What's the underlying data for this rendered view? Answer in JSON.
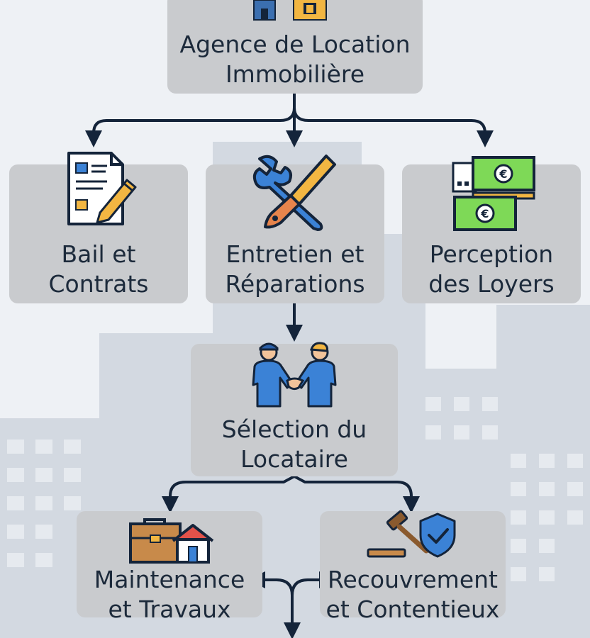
{
  "colors": {
    "background": "#eef1f5",
    "box": "#c9cbce",
    "text": "#1c2a3b",
    "arrow": "#14243a",
    "icon_blue": "#3b82d6",
    "money_green": "#7ed957"
  },
  "nodes": {
    "agency": {
      "line1": "Agence de Location",
      "line2": "Immobilière"
    },
    "lease": {
      "line1": "Bail et",
      "line2": "Contrats",
      "icon": "document-pen-icon"
    },
    "repairs": {
      "line1": "Entretien et",
      "line2": "Réparations",
      "icon": "wrench-brush-icon"
    },
    "rent": {
      "line1": "Perception",
      "line2": "des Loyers",
      "icon": "euro-banknotes-icon"
    },
    "tenant": {
      "line1": "Sélection du",
      "line2": "Locataire",
      "icon": "handshake-icon"
    },
    "maintenance": {
      "line1": "Maintenance",
      "line2": "et Travaux",
      "icon": "toolbox-house-icon"
    },
    "recovery": {
      "line1": "Recouvrement",
      "line2": "et Contentieux",
      "icon": "gavel-shield-icon"
    }
  },
  "edges": [
    {
      "from": "agency",
      "to": "lease"
    },
    {
      "from": "agency",
      "to": "repairs"
    },
    {
      "from": "agency",
      "to": "rent"
    },
    {
      "from": "repairs",
      "to": "tenant"
    },
    {
      "from": "tenant",
      "to": "maintenance"
    },
    {
      "from": "tenant",
      "to": "recovery"
    }
  ]
}
